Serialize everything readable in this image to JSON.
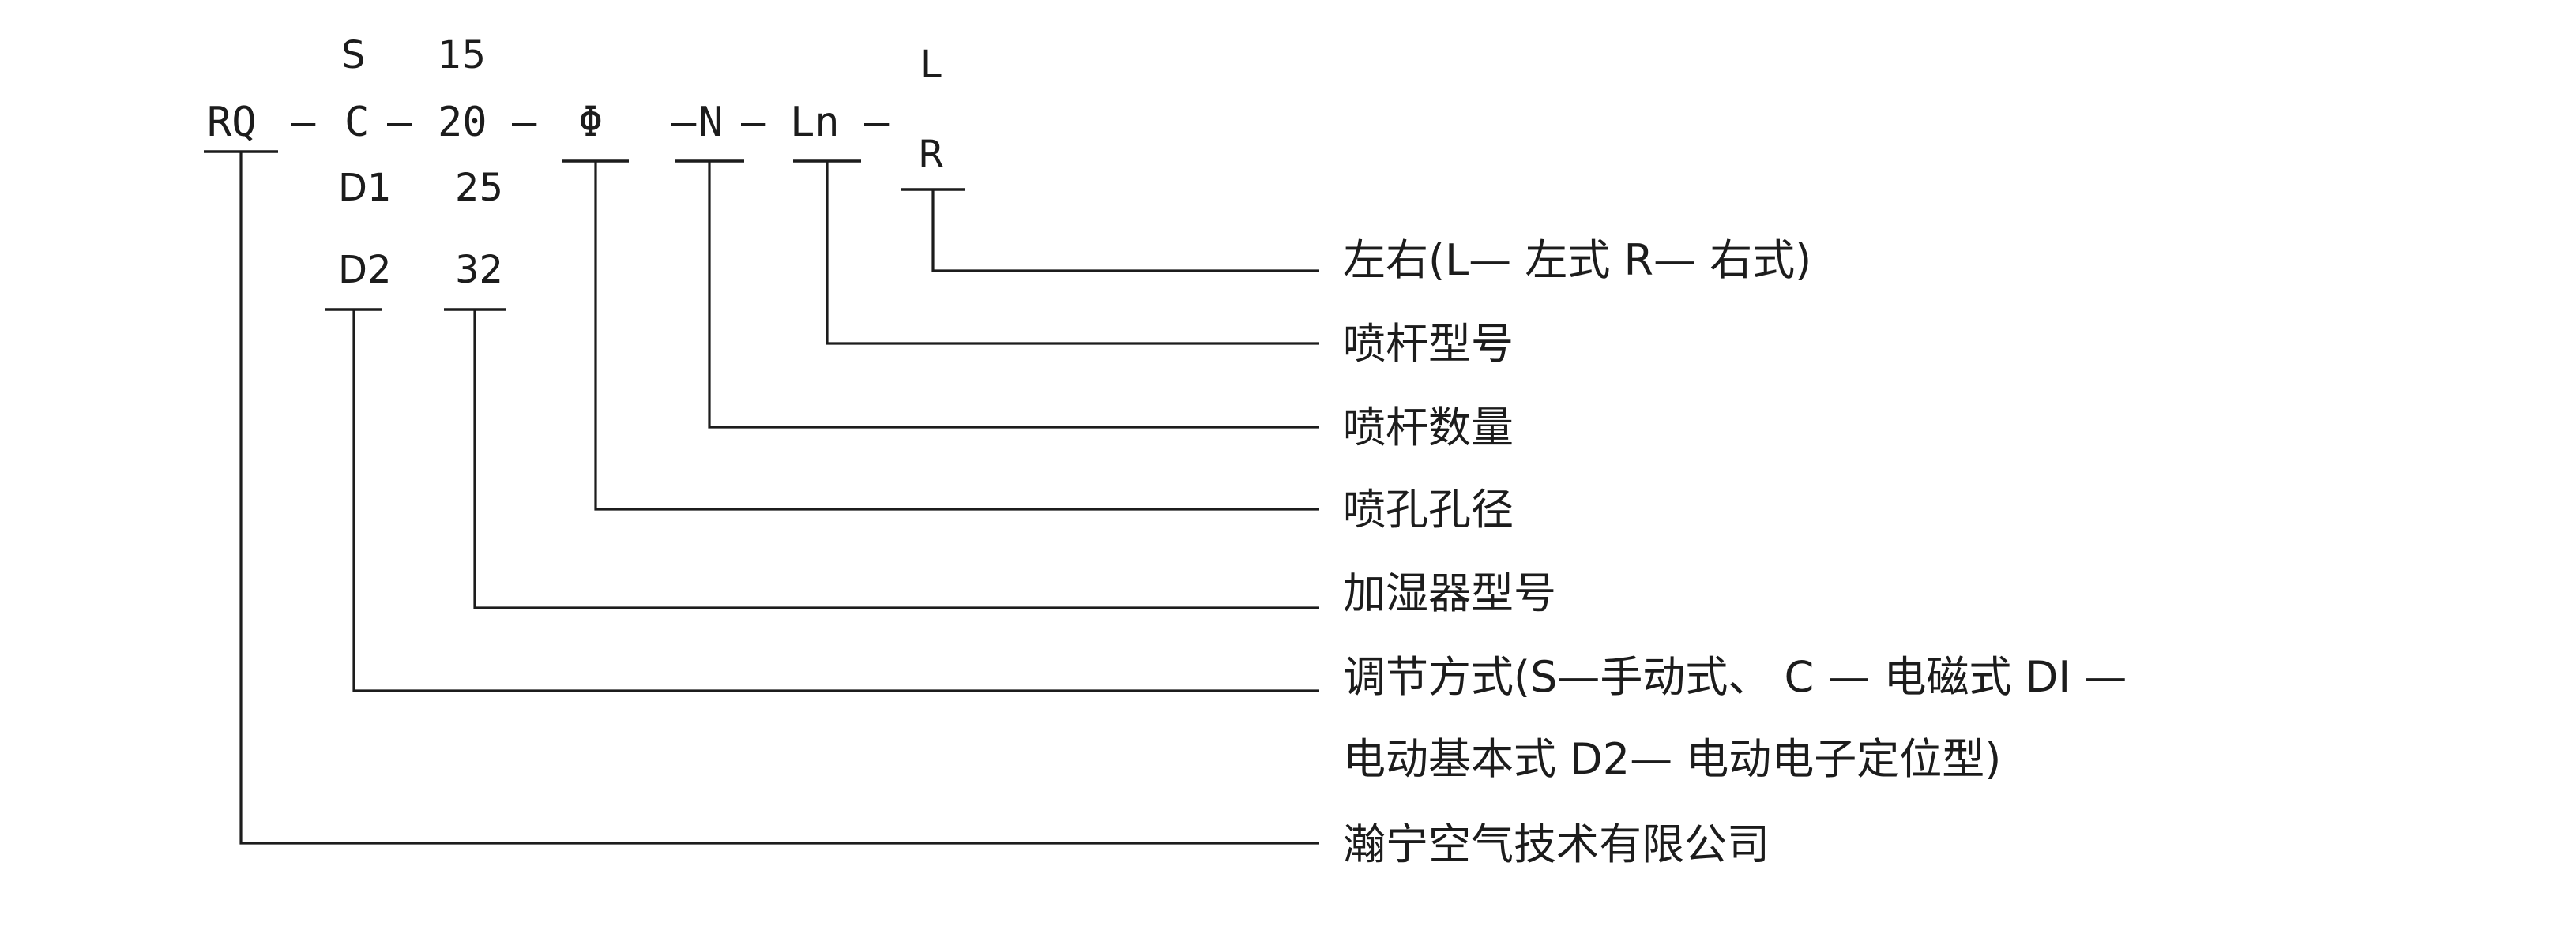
{
  "code": {
    "rq": "RQ",
    "d1": "—",
    "c": "C",
    "d2": "—",
    "twenty": "20",
    "d3": "—",
    "phi": "Φ",
    "d4": "—",
    "n": "N",
    "d5": "—",
    "ln": "Ln",
    "d6": "—"
  },
  "options": {
    "regulation": {
      "above": "S",
      "below1": "D1",
      "below2": "D2"
    },
    "size": {
      "above": "15",
      "below1": "25",
      "below2": "32"
    },
    "hand": {
      "above": "L",
      "below": "R"
    }
  },
  "labels": {
    "hand": "左右(L— 左式   R— 右式)",
    "rod_model": "喷杆型号",
    "rod_count": "喷杆数量",
    "hole_diameter": "喷孔孔径",
    "humidifier_model": "加湿器型号",
    "regulation_line1": "调节方式(S—手动式、 C — 电磁式  DI —",
    "regulation_line2": "电动基本式  D2— 电动电子定位型)",
    "company": "瀚宁空气技术有限公司"
  }
}
